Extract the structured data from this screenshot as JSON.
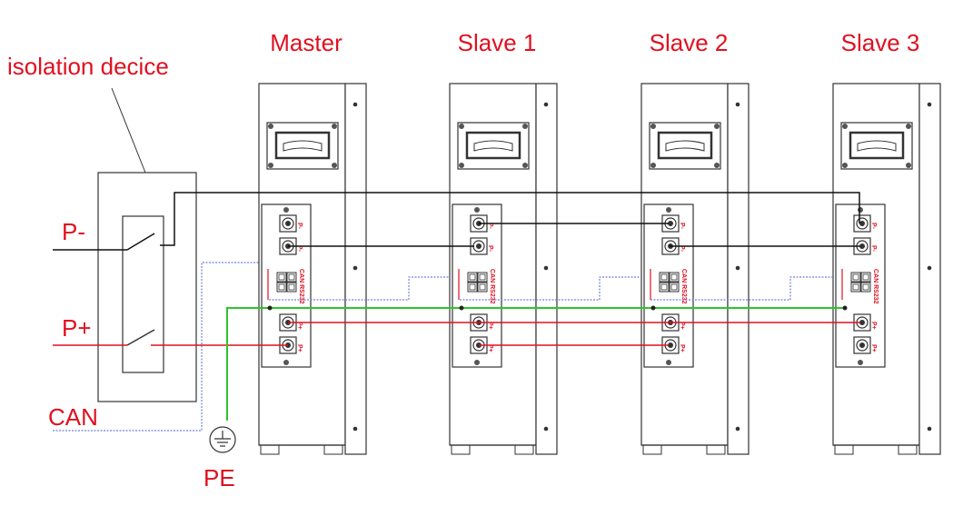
{
  "colors": {
    "label": "#e01020",
    "outline": "#333333",
    "dc_negative": "#111111",
    "dc_positive": "#e01020",
    "ground": "#2ec42e",
    "can": "#6f7fe0"
  },
  "modules": [
    {
      "name": "Master",
      "port_labels": [
        "P-",
        "P-",
        "CAN RS232",
        "P+",
        "P+"
      ]
    },
    {
      "name": "Slave 1",
      "port_labels": [
        "P-",
        "P-",
        "CAN RS232",
        "P+",
        "P+"
      ]
    },
    {
      "name": "Slave 2",
      "port_labels": [
        "P-",
        "P-",
        "CAN RS232",
        "P+",
        "P+"
      ]
    },
    {
      "name": "Slave 3",
      "port_labels": [
        "P-",
        "P-",
        "CAN RS232",
        "P+",
        "P+"
      ]
    }
  ],
  "isolation_label": "isolation decice",
  "terminals": {
    "p_minus": "P-",
    "p_plus": "P+",
    "can": "CAN",
    "pe": "PE"
  },
  "icons": [
    "ground-icon",
    "switch-icon",
    "handle-icon",
    "connector-icon"
  ]
}
